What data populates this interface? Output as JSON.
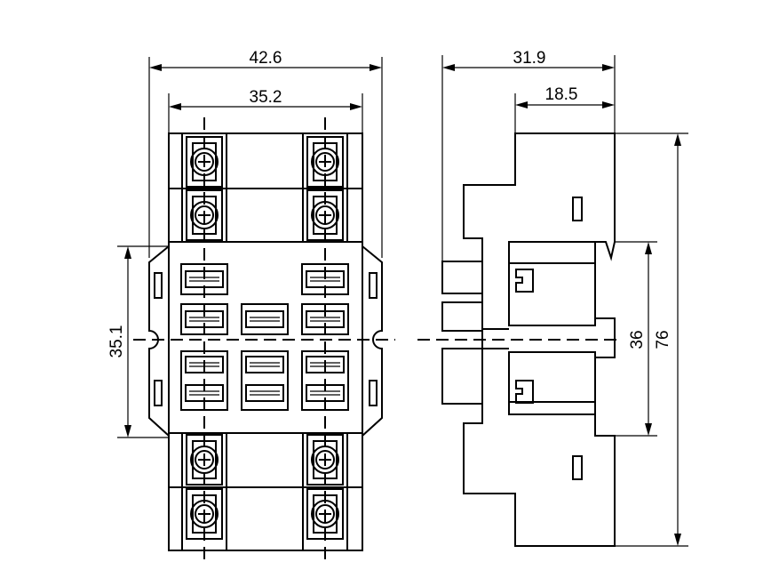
{
  "dimensions": {
    "overall_width": "42.6",
    "inner_width": "35.2",
    "side_depth": "31.9",
    "side_offset": "18.5",
    "front_height": "35.1",
    "side_inner_height": "36",
    "overall_height": "76"
  }
}
